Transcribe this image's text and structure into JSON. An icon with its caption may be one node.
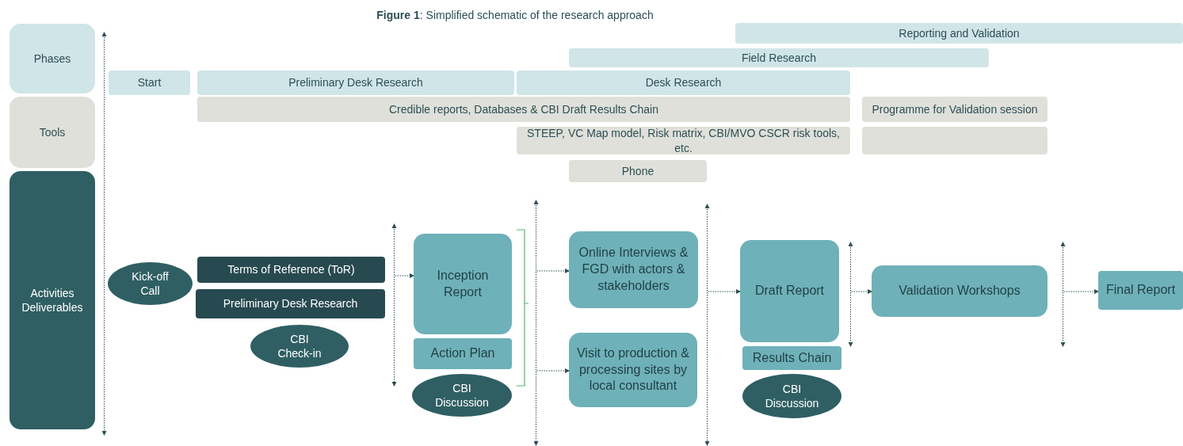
{
  "diagram": {
    "title": "**Figure 1**: Simplified schematic of the research approach",
    "nodes": [
      {
        "text": [
          "Phases"
        ]
      },
      {
        "text": [
          "Tools"
        ]
      },
      {
        "text": [
          "Activities Deliverables"
        ]
      },
      {
        "text": [
          "Reporting and Validation"
        ]
      },
      {
        "text": [
          "Field Research"
        ]
      },
      {
        "text": [
          "Start"
        ]
      },
      {
        "text": [
          "Preliminary Desk Research"
        ]
      },
      {
        "text": [
          "Desk Research"
        ]
      },
      {
        "text": [
          "Credible reports, Databases & CBI Draft Results Chain"
        ]
      },
      {
        "text": [
          "Programme for Validation session"
        ]
      },
      {
        "text": [
          "STEEP, VC Map model, Risk matrix, CBI/MVO CSCR risk tools, etc."
        ]
      },
      {
        "text": [],
        "shape": "box"
      },
      {
        "text": [
          "Phone"
        ]
      },
      {
        "text": [
          "Kick-off Call"
        ]
      },
      {
        "text": [
          "Terms of Reference (ToR)"
        ]
      },
      {
        "text": [
          "Preliminary Desk Research"
        ]
      },
      {
        "text": [
          "CBI Check-in"
        ]
      },
      {
        "text": [
          "Inception Report"
        ]
      },
      {
        "text": [
          "Action Plan"
        ]
      },
      {
        "text": [
          "CBI Discussion"
        ]
      },
      {
        "text": [
          "Online Interviews & FGD with actors & stakeholders"
        ]
      },
      {
        "text": [
          "Visit to production & processing sites by local consultant"
        ]
      },
      {
        "text": [
          "Draft Report"
        ]
      },
      {
        "text": [
          "Results Chain"
        ]
      },
      {
        "text": [
          "CBI Discussion"
        ]
      },
      {
        "text": [
          "Validation Workshops"
        ]
      },
      {
        "text": [
          "Final Report"
        ]
      },
      {
        "text": [],
        "shape": "bar"
      },
      {
        "text": [],
        "shape": "bar"
      },
      {
        "text": [],
        "shape": "bar"
      },
      {
        "text": [],
        "shape": "bar"
      },
      {
        "text": [],
        "shape": "bar"
      },
      {
        "text": [],
        "shape": "bar"
      }
    ],
    "edges": [
      {
        "from": 28,
        "to": 17,
        "arrow": "to"
      },
      {
        "from": 29,
        "to": 20,
        "arrow": "to"
      },
      {
        "from": 29,
        "to": 21,
        "arrow": "to"
      },
      {
        "from": 30,
        "to": 22,
        "arrow": "to"
      },
      {
        "from": 31,
        "to": 25,
        "arrow": "to"
      },
      {
        "from": 32,
        "to": 26,
        "arrow": "to"
      }
    ]
  }
}
